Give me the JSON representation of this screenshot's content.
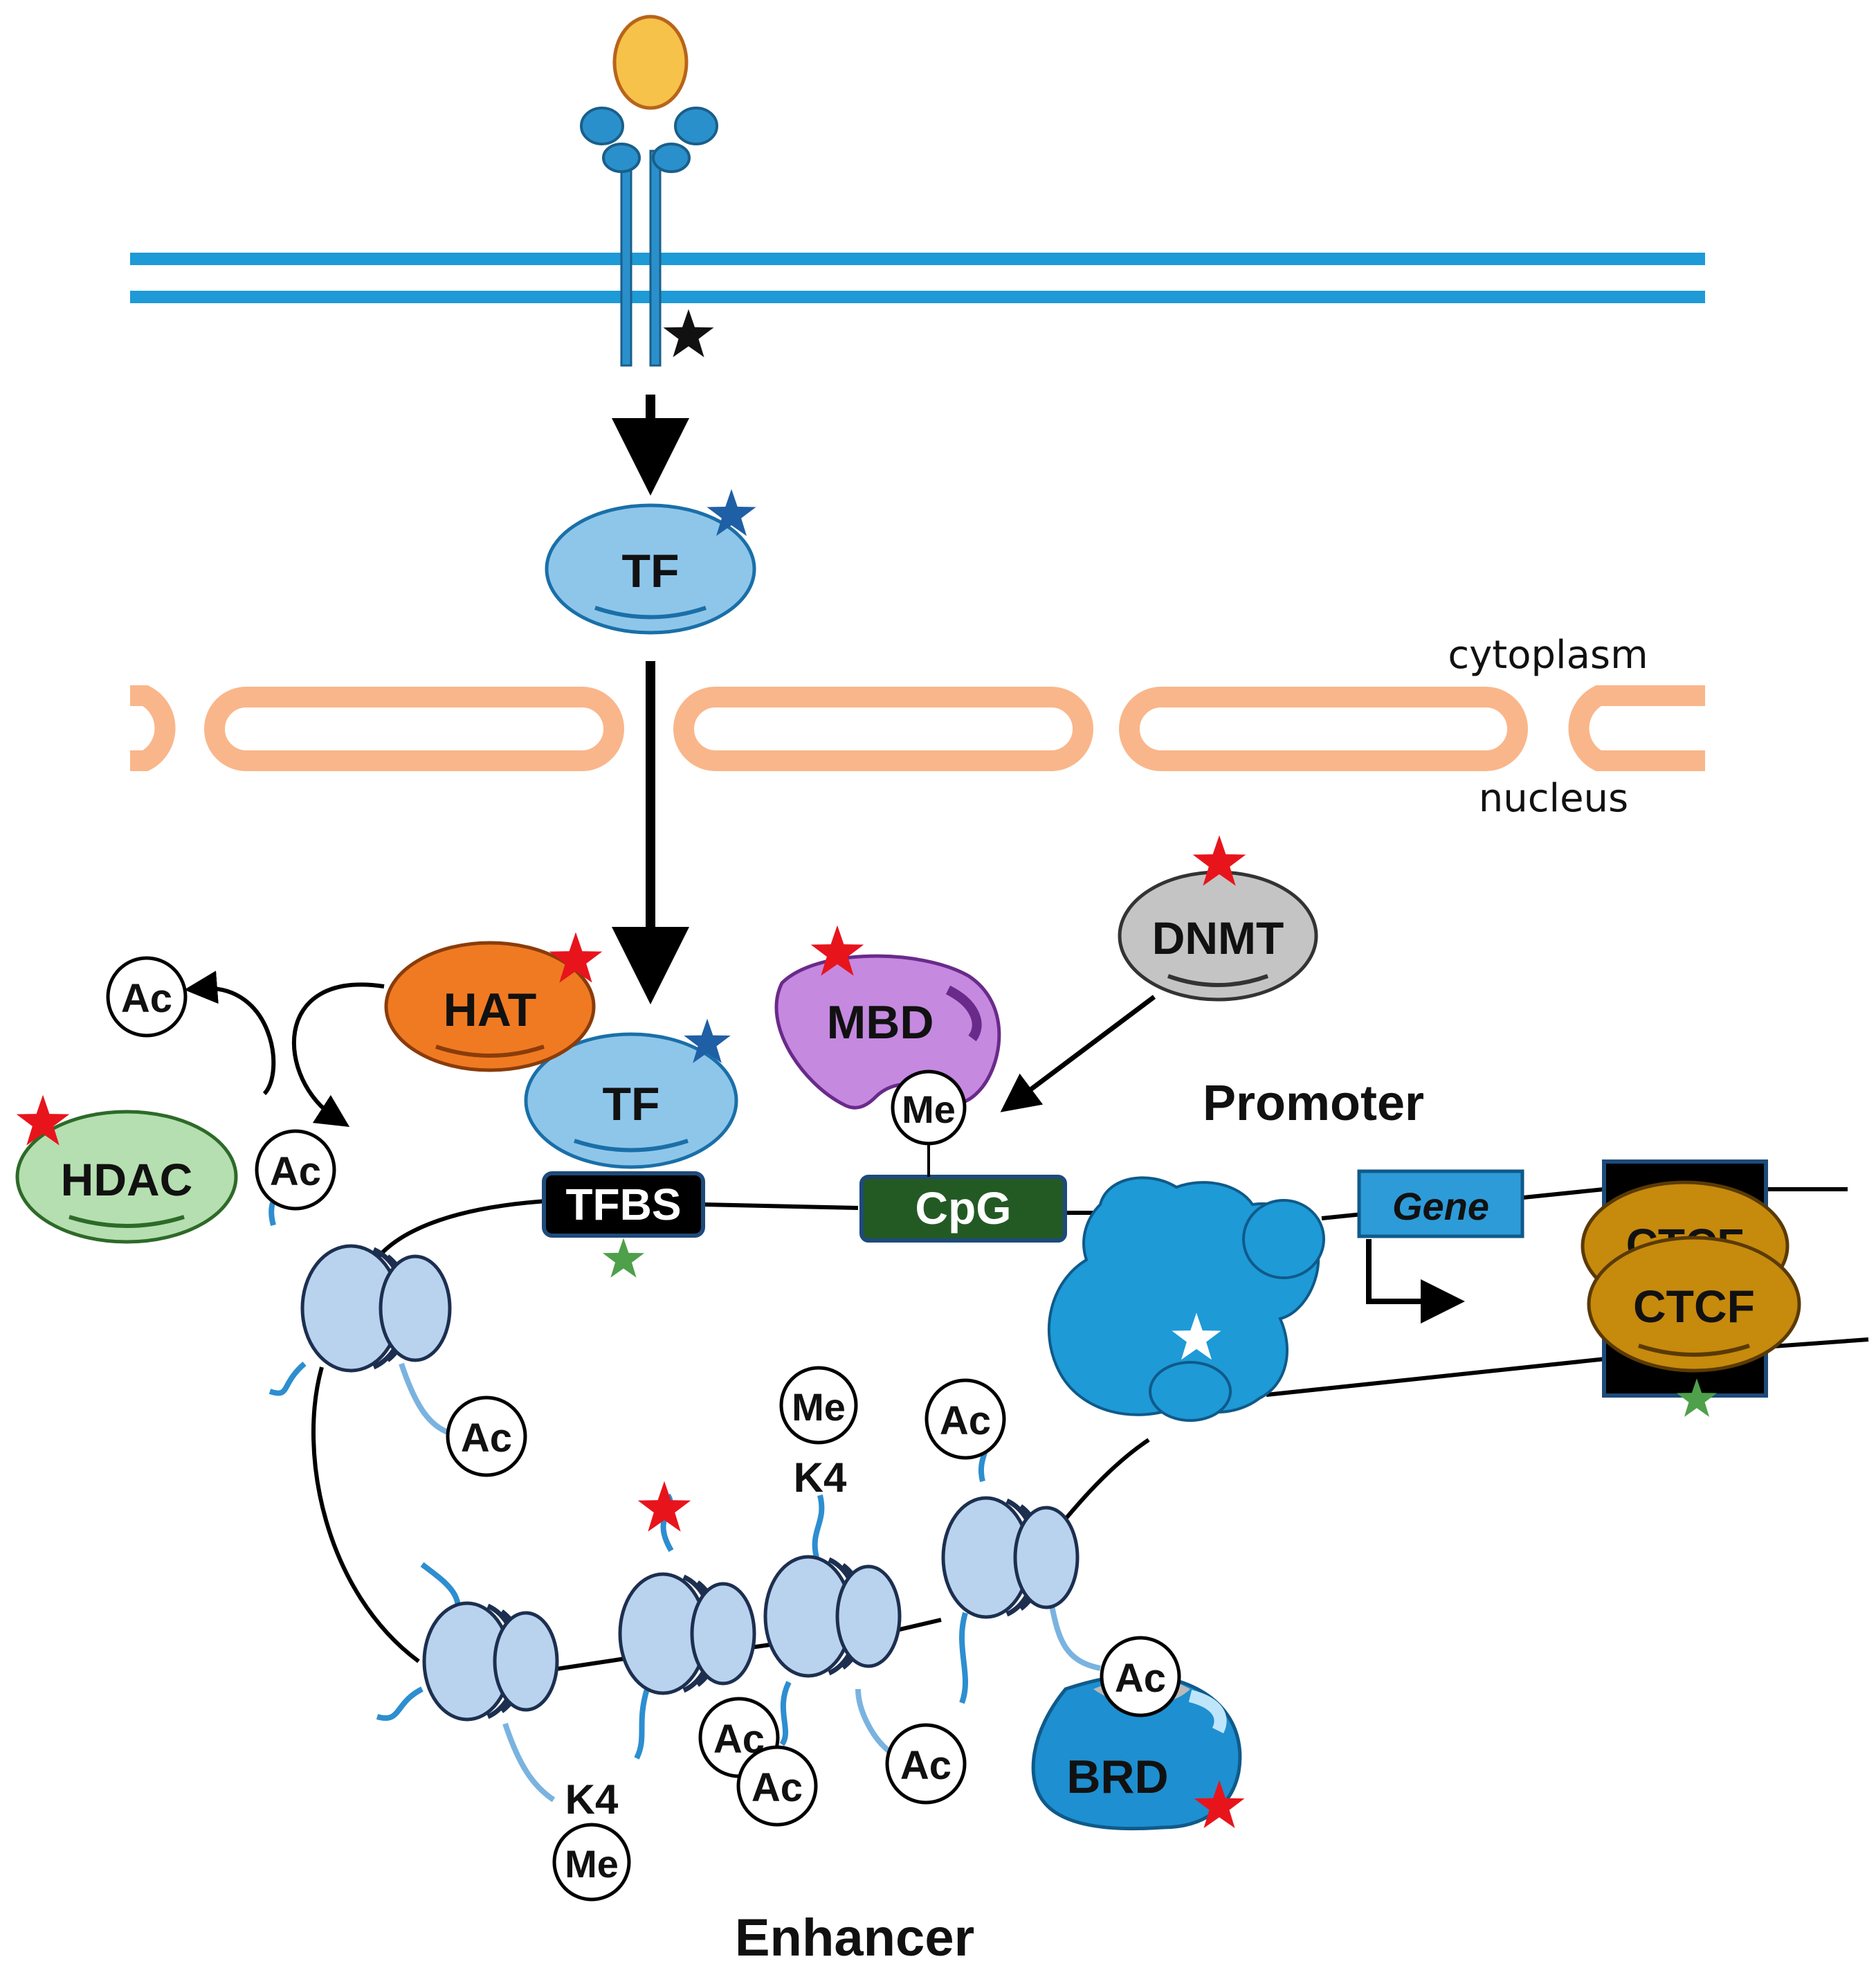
{
  "labels": {
    "cytoplasm": "cytoplasm",
    "nucleus": "nucleus",
    "promoter": "Promoter",
    "enhancer": "Enhancer",
    "tf_top": "TF",
    "tf_bound": "TF",
    "hat": "HAT",
    "hdac": "HDAC",
    "mbd": "MBD",
    "dnmt": "DNMT",
    "tfbs": "TFBS",
    "cpg": "CpG",
    "gene": "Gene",
    "ctcf_back": "CTCF",
    "ctcf_front": "CTCF",
    "brd": "BRD",
    "k4_a": "K4",
    "k4_b": "K4"
  },
  "marks": {
    "ac": "Ac",
    "me": "Me"
  },
  "colors": {
    "membrane": "#1e9ad6",
    "nuclear_envelope": "#f9b68a",
    "ligand": "#f6c24a",
    "receptor": "#2a90cc",
    "tf": "#8ec6ea",
    "hat": "#f07a22",
    "hdac": "#b5dfb0",
    "mbd": "#c589e0",
    "dnmt": "#c4c4c4",
    "cpg_box": "#235a24",
    "gene_box": "#2d9bd8",
    "polymerase": "#1e9ad6",
    "ctcf": "#c68a0c",
    "brd": "#1e8fd0",
    "nucleosome": "#b9d3ee",
    "histone_tail": "#2d8ed0",
    "star_red": "#e8141c",
    "star_blue": "#1f5fa5",
    "star_green": "#4ea04a"
  }
}
